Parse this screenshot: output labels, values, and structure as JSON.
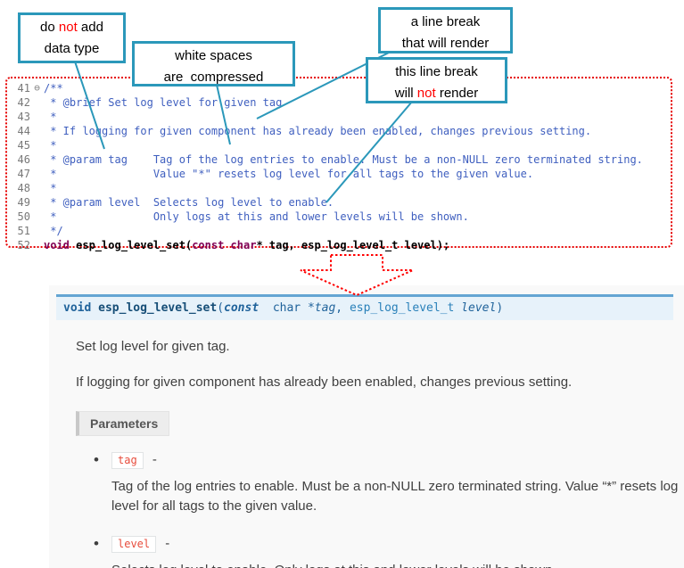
{
  "colors": {
    "callout_border": "#2B98BA",
    "highlight_red": "#FF0000",
    "code_border": "#E60000",
    "sig_bar_bg": "#E7F2FA",
    "sig_bar_border": "#64A5D3",
    "literal_red": "#E74C3C"
  },
  "callouts": [
    {
      "name": "no-data-type",
      "lines": [
        [
          {
            "t": "do "
          },
          {
            "t": "not",
            "red": true
          },
          {
            "t": " add"
          }
        ],
        [
          {
            "t": "data type"
          }
        ]
      ]
    },
    {
      "name": "whitespace-compressed",
      "lines": [
        [
          {
            "t": "white spaces"
          }
        ],
        [
          {
            "t": "are  compressed"
          }
        ]
      ]
    },
    {
      "name": "line-break-renders",
      "lines": [
        [
          {
            "t": "a line break"
          }
        ],
        [
          {
            "t": "that will render"
          }
        ]
      ]
    },
    {
      "name": "line-break-not-render",
      "lines": [
        [
          {
            "t": "this line break"
          }
        ],
        [
          {
            "t": "will "
          },
          {
            "t": "not",
            "red": true
          },
          {
            "t": " render"
          }
        ]
      ]
    }
  ],
  "code": {
    "lines": [
      {
        "num": "41",
        "fold": "⊖",
        "segments": [
          {
            "t": "/**",
            "cls": "comment"
          }
        ]
      },
      {
        "num": "42",
        "segments": [
          {
            "t": " * @brief Set log level for given tag",
            "cls": "comment"
          }
        ]
      },
      {
        "num": "43",
        "segments": [
          {
            "t": " *",
            "cls": "comment"
          }
        ]
      },
      {
        "num": "44",
        "segments": [
          {
            "t": " * If logging for given component has already been enabled, changes previous setting.",
            "cls": "comment"
          }
        ]
      },
      {
        "num": "45",
        "segments": [
          {
            "t": " *",
            "cls": "comment"
          }
        ]
      },
      {
        "num": "46",
        "segments": [
          {
            "t": " * @param tag    Tag of the log entries to enable. Must be a non-NULL zero terminated string.",
            "cls": "comment"
          }
        ]
      },
      {
        "num": "47",
        "segments": [
          {
            "t": " *               Value \"*\" resets log level for all tags to the given value.",
            "cls": "comment"
          }
        ]
      },
      {
        "num": "48",
        "segments": [
          {
            "t": " *",
            "cls": "comment"
          }
        ]
      },
      {
        "num": "49",
        "segments": [
          {
            "t": " * @param level  Selects log level to enable.",
            "cls": "comment"
          }
        ]
      },
      {
        "num": "50",
        "segments": [
          {
            "t": " *               Only logs at this and lower levels will be shown.",
            "cls": "comment"
          }
        ]
      },
      {
        "num": "51",
        "segments": [
          {
            "t": " */",
            "cls": "comment"
          }
        ]
      },
      {
        "num": "52",
        "segments": [
          {
            "t": "void",
            "cls": "kw"
          },
          {
            "t": " esp_log_level_set(",
            "cls": "plain"
          },
          {
            "t": "const char",
            "cls": "kw"
          },
          {
            "t": "* tag, esp_log_level_t level);",
            "cls": "plain"
          }
        ]
      }
    ]
  },
  "doc": {
    "signature": [
      {
        "t": "void",
        "cls": "s-kw"
      },
      {
        "t": " ",
        "cls": "s-plain"
      },
      {
        "t": "esp_log_level_set",
        "cls": "s-name"
      },
      {
        "t": "(",
        "cls": "s-plain"
      },
      {
        "t": "const",
        "cls": "s-kwi"
      },
      {
        "t": "  ",
        "cls": "s-plain"
      },
      {
        "t": "char *",
        "cls": "s-plain"
      },
      {
        "t": "tag",
        "cls": "s-param"
      },
      {
        "t": ", ",
        "cls": "s-plain"
      },
      {
        "t": "esp_log_level_t ",
        "cls": "s-type"
      },
      {
        "t": "level",
        "cls": "s-param"
      },
      {
        "t": ")",
        "cls": "s-plain"
      }
    ],
    "brief": "Set log level for given tag.",
    "description": "If logging for given component has already been enabled, changes previous setting.",
    "parameters_label": "Parameters",
    "separator": "-",
    "params": [
      {
        "name": "tag",
        "desc": "Tag of the log entries to enable. Must be a non-NULL zero terminated string. Value “*” resets log level for all tags to the given value."
      },
      {
        "name": "level",
        "desc": "Selects log level to enable. Only logs at this and lower levels will be shown."
      }
    ]
  }
}
